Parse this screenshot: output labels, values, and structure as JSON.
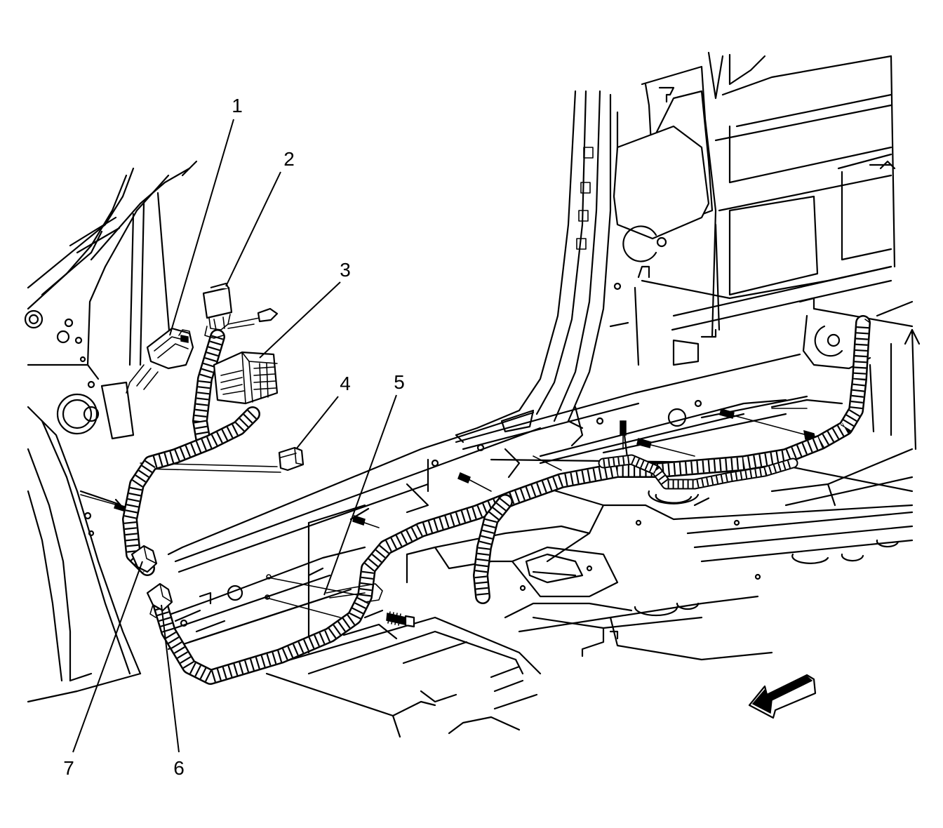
{
  "callouts": [
    {
      "id": "callout-1",
      "label": "1"
    },
    {
      "id": "callout-2",
      "label": "2"
    },
    {
      "id": "callout-3",
      "label": "3"
    },
    {
      "id": "callout-4",
      "label": "4"
    },
    {
      "id": "callout-5",
      "label": "5"
    },
    {
      "id": "callout-6",
      "label": "6"
    },
    {
      "id": "callout-7",
      "label": "7"
    }
  ],
  "icons": {
    "direction_arrow": "front-direction-arrow-icon"
  },
  "colors": {
    "line": "#000000",
    "background": "#ffffff"
  }
}
